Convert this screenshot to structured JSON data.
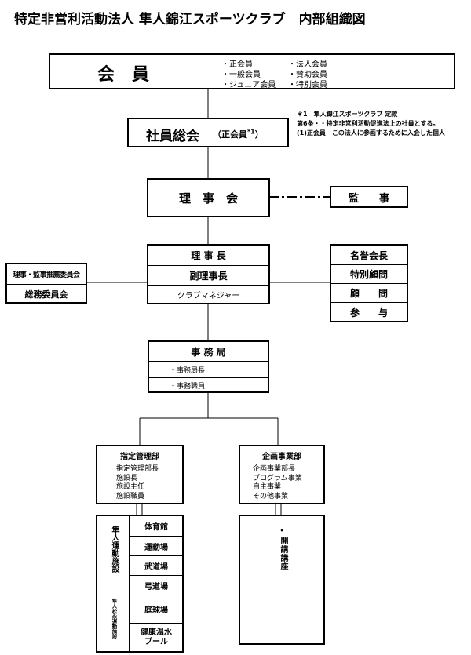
{
  "title": "特定非営利活動法人 隼人錦江スポーツクラブ　内部組織図",
  "members": {
    "label": "会　員",
    "types": [
      "・正会員",
      "・法人会員",
      "・一般会員",
      "・賛助会員",
      "・ジュニア会員",
      "・特別会員"
    ]
  },
  "general_assembly": {
    "label": "社員総会",
    "sub": "（正会員",
    "sub_mark": "*1",
    "sub_close": "）"
  },
  "note": [
    "＊1　隼人錦江スポーツクラブ 定款",
    "第6条・・特定非営利活動促進法上の社員とする。",
    "(1)正会員　この法人に参画するために入会した個人"
  ],
  "board": {
    "label": "理　事　会"
  },
  "auditor": {
    "label": "監　　事"
  },
  "executives": [
    "理 事 長",
    "副理事長",
    "クラブマネジャー"
  ],
  "committees": [
    "理事・監事推薦委員会",
    "総務委員会"
  ],
  "advisors": [
    "名誉会長",
    "特別顧問",
    "顧　　問",
    "参　　与"
  ],
  "secretariat": {
    "label": "事 務 局",
    "items": [
      "・事務局長",
      "・事務職員"
    ]
  },
  "designated_dept": {
    "label": "指定管理部",
    "staff": [
      "指定管理部長",
      "施設長",
      "施設主任",
      "施設職員"
    ],
    "facility_groups": [
      {
        "label": "隼人運動施設",
        "facilities": [
          "体育館",
          "運動場",
          "武道場",
          "弓道場"
        ]
      },
      {
        "label": "隼人松永運動施設",
        "facilities": [
          "庭球場",
          "健康温水プール"
        ]
      }
    ]
  },
  "planning_dept": {
    "label": "企画事業部",
    "staff": [
      "企画事業部長",
      "プログラム事業",
      "自主事業",
      "その他事業"
    ],
    "sub_label_mark": "・",
    "sub_label": "開講講座"
  }
}
